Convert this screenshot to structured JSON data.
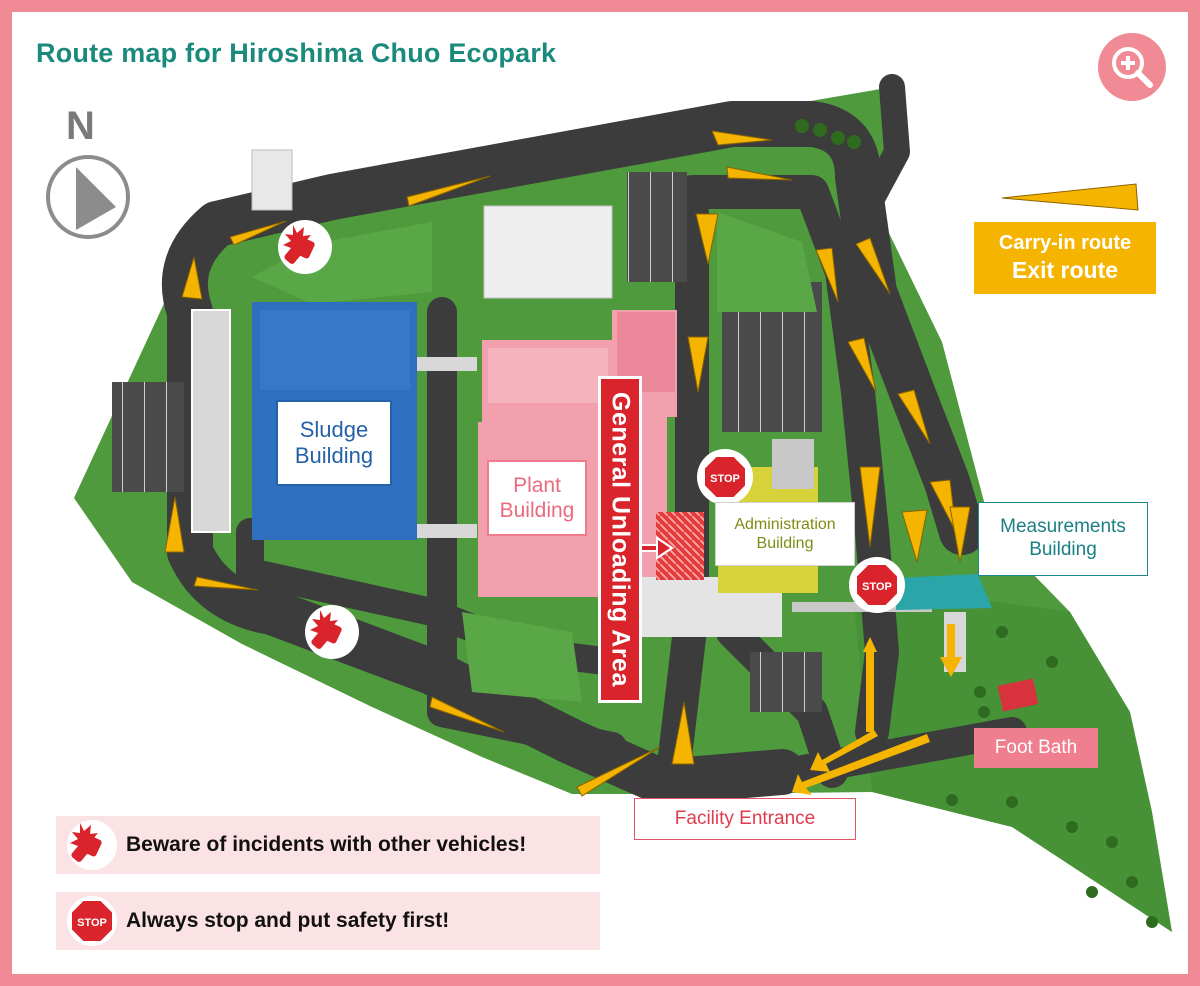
{
  "title": "Route map for Hiroshima Chuo Ecopark",
  "compass": {
    "letter": "N"
  },
  "zoom": {
    "icon": "zoom-in-icon",
    "color": "#f08a94"
  },
  "buildings": {
    "sludge": {
      "lines": [
        "Sludge",
        "Building"
      ]
    },
    "plant": {
      "lines": [
        "Plant",
        "Building"
      ]
    },
    "administration": {
      "lines": [
        "Administration",
        "Building"
      ]
    },
    "measurements": {
      "lines": [
        "Measurements",
        "Building"
      ]
    }
  },
  "general_unloading_area": "General Unloading Area",
  "stop_sign_text": "STOP",
  "facility_entrance": "Facility Entrance",
  "foot_bath": "Foot Bath",
  "route_legend": {
    "carry_in": "Carry-in route",
    "exit": "Exit route",
    "color": "#f5b400"
  },
  "legend": {
    "incidents": "Beware of incidents with other vehicles!",
    "stop": "Always stop and put safety first!"
  },
  "colors": {
    "frame": "#f08a94",
    "title": "#1a8a7c",
    "grass": "#4e9a3c",
    "road": "#3c3c3c",
    "route": "#f5b400",
    "sludge_building": "#2f6fc0",
    "plant_building": "#f2a0ad",
    "admin_building": "#d8d23a",
    "measurements_building": "#2aa6a8",
    "unloading": "#d9242b"
  }
}
